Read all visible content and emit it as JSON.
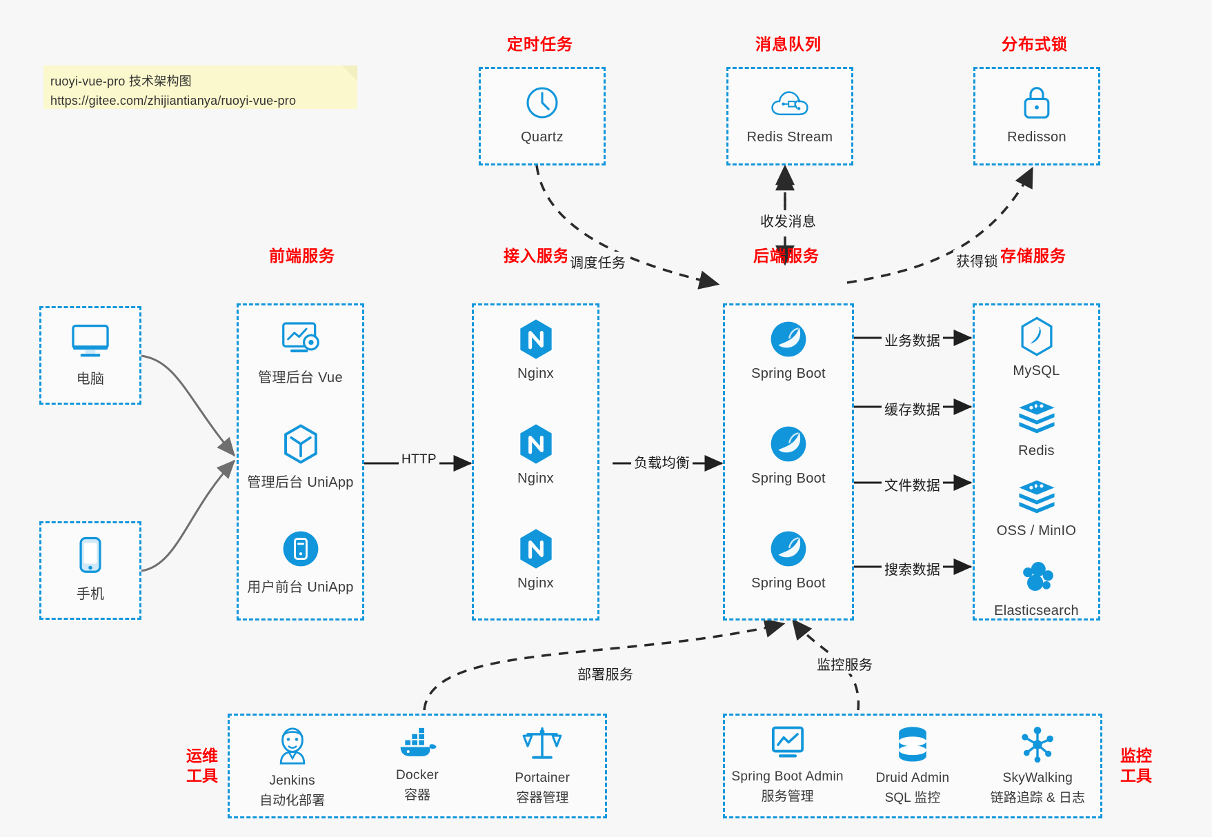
{
  "note": {
    "line1": "ruoyi-vue-pro 技术架构图",
    "line2": "https://gitee.com/zhijiantianya/ruoyi-vue-pro"
  },
  "colors": {
    "accent": "#1296db",
    "title_red": "#ff0000",
    "background": "#f7f7f7",
    "note_bg": "#fbf8cd",
    "text": "#3a3a3a",
    "edge": "#1f1f1f",
    "client_edge": "#6f6f6f"
  },
  "groups": {
    "scheduler": {
      "title": "定时任务",
      "nodes": [
        {
          "label": "Quartz",
          "icon": "clock-icon"
        }
      ]
    },
    "mq": {
      "title": "消息队列",
      "nodes": [
        {
          "label": "Redis Stream",
          "icon": "cloud-network-icon"
        }
      ]
    },
    "lock": {
      "title": "分布式锁",
      "nodes": [
        {
          "label": "Redisson",
          "icon": "lock-icon"
        }
      ]
    },
    "clients": {
      "nodes": [
        {
          "label": "电脑",
          "icon": "desktop-monitor-icon"
        },
        {
          "label": "手机",
          "icon": "mobile-phone-icon"
        }
      ]
    },
    "frontend": {
      "title": "前端服务",
      "nodes": [
        {
          "label": "管理后台 Vue",
          "icon": "dashboard-gear-icon"
        },
        {
          "label": "管理后台 UniApp",
          "icon": "cube-icon"
        },
        {
          "label": "用户前台 UniApp",
          "icon": "mobile-circle-icon"
        }
      ]
    },
    "gateway": {
      "title": "接入服务",
      "nodes": [
        {
          "label": "Nginx",
          "icon": "nginx-icon"
        },
        {
          "label": "Nginx",
          "icon": "nginx-icon"
        },
        {
          "label": "Nginx",
          "icon": "nginx-icon"
        }
      ]
    },
    "backend": {
      "title": "后端服务",
      "nodes": [
        {
          "label": "Spring Boot",
          "icon": "spring-boot-icon"
        },
        {
          "label": "Spring Boot",
          "icon": "spring-boot-icon"
        },
        {
          "label": "Spring Boot",
          "icon": "spring-boot-icon"
        }
      ]
    },
    "storage": {
      "title": "存储服务",
      "nodes": [
        {
          "label": "MySQL",
          "icon": "mysql-dolphin-icon"
        },
        {
          "label": "Redis",
          "icon": "redis-stack-icon"
        },
        {
          "label": "OSS / MinIO",
          "icon": "object-storage-icon"
        },
        {
          "label": "Elasticsearch",
          "icon": "elasticsearch-icon"
        }
      ]
    },
    "devops": {
      "title_line1": "运维",
      "title_line2": "工具",
      "nodes": [
        {
          "label": "Jenkins",
          "sub": "自动化部署",
          "icon": "jenkins-butler-icon"
        },
        {
          "label": "Docker",
          "sub": "容器",
          "icon": "docker-whale-icon"
        },
        {
          "label": "Portainer",
          "sub": "容器管理",
          "icon": "scales-icon"
        }
      ]
    },
    "monitoring": {
      "title_line1": "监控",
      "title_line2": "工具",
      "nodes": [
        {
          "label": "Spring Boot Admin",
          "sub": "服务管理",
          "icon": "monitor-chart-icon"
        },
        {
          "label": "Druid Admin",
          "sub": "SQL 监控",
          "icon": "database-cylinder-icon"
        },
        {
          "label": "SkyWalking",
          "sub": "链路追踪 & 日志",
          "icon": "skywalking-node-icon"
        }
      ]
    }
  },
  "edges": [
    {
      "id": "http",
      "label": "HTTP"
    },
    {
      "id": "load-balance",
      "label": "负载均衡"
    },
    {
      "id": "schedule-task",
      "label": "调度任务"
    },
    {
      "id": "send-receive-message",
      "label": "收发消息"
    },
    {
      "id": "acquire-lock",
      "label": "获得锁"
    },
    {
      "id": "business-data",
      "label": "业务数据"
    },
    {
      "id": "cache-data",
      "label": "缓存数据"
    },
    {
      "id": "file-data",
      "label": "文件数据"
    },
    {
      "id": "search-data",
      "label": "搜索数据"
    },
    {
      "id": "deploy-service",
      "label": "部署服务"
    },
    {
      "id": "monitor-service",
      "label": "监控服务"
    }
  ]
}
